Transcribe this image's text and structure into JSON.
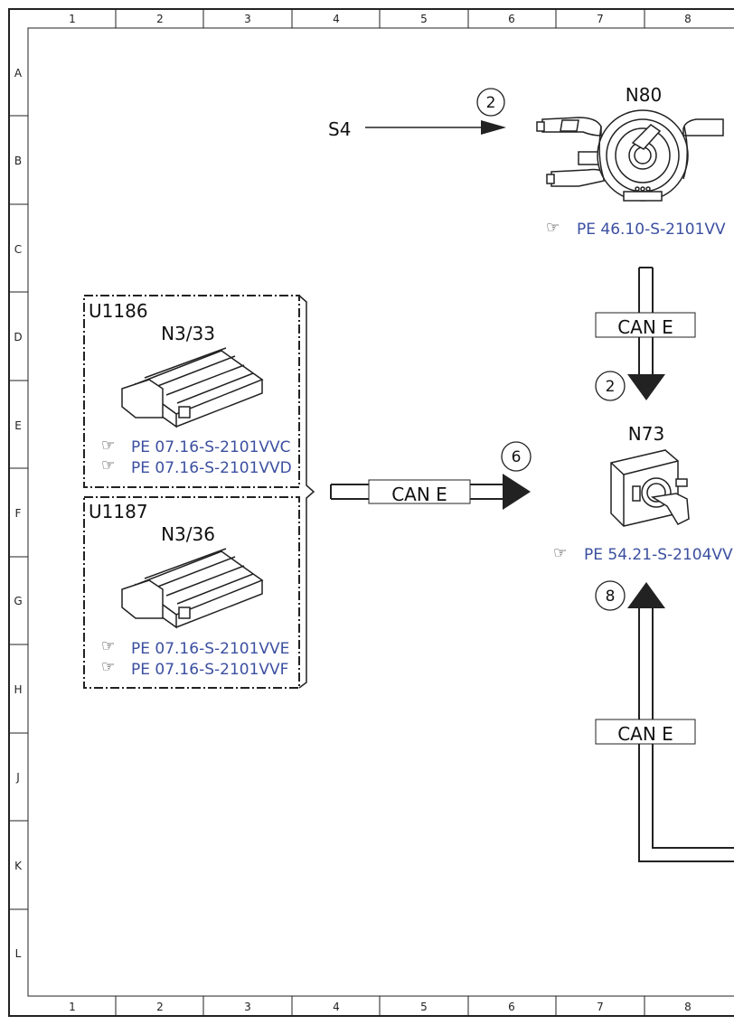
{
  "grid": {
    "columns": [
      "1",
      "2",
      "3",
      "4",
      "5",
      "6",
      "7",
      "8"
    ],
    "rows": [
      "A",
      "B",
      "C",
      "D",
      "E",
      "F",
      "G",
      "H",
      "J",
      "K",
      "L"
    ]
  },
  "sources": {
    "s4": "S4"
  },
  "components": {
    "n80": {
      "label": "N80",
      "ref": "PE 46.10-S-2101VV"
    },
    "n73": {
      "label": "N73",
      "ref": "PE 54.21-S-2104VV"
    },
    "u1186": {
      "group": "U1186",
      "label": "N3/33",
      "refs": [
        "PE 07.16-S-2101VVC",
        "PE 07.16-S-2101VVD"
      ]
    },
    "u1187": {
      "group": "U1187",
      "label": "N3/36",
      "refs": [
        "PE 07.16-S-2101VVE",
        "PE 07.16-S-2101VVF"
      ]
    }
  },
  "buses": {
    "top": "CAN E",
    "left": "CAN E",
    "bottom": "CAN E"
  },
  "callouts": {
    "s4_to_n80": "2",
    "n80_to_n73": "2",
    "ecu_to_n73": "6",
    "bottom_to_n73": "8"
  },
  "icons": {
    "reference": "pointing-hand-icon"
  }
}
